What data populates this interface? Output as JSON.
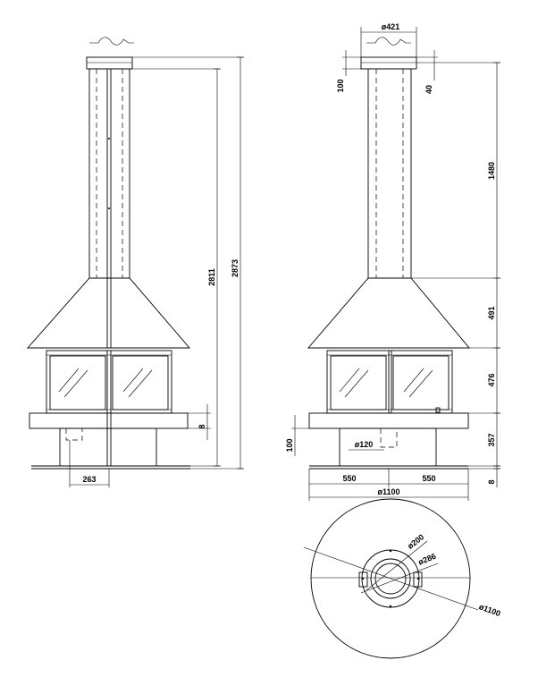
{
  "dimensions": {
    "front_height_inner": "2811",
    "front_height_total": "2873",
    "front_base_thk": "8",
    "front_offset": "263",
    "flue_diameter": "ø421",
    "top_100": "100",
    "top_40": "40",
    "flue_length": "1480",
    "hood_height": "491",
    "glass_height": "476",
    "base_thk_side": "8",
    "base_height": "357",
    "side_100": "100",
    "inlet_diameter": "ø120",
    "half_width_left": "550",
    "half_width_right": "550",
    "plate_diameter": "ø1100",
    "plan_d200": "ø200",
    "plan_d286": "ø286",
    "plan_d1100": "ø1100"
  }
}
